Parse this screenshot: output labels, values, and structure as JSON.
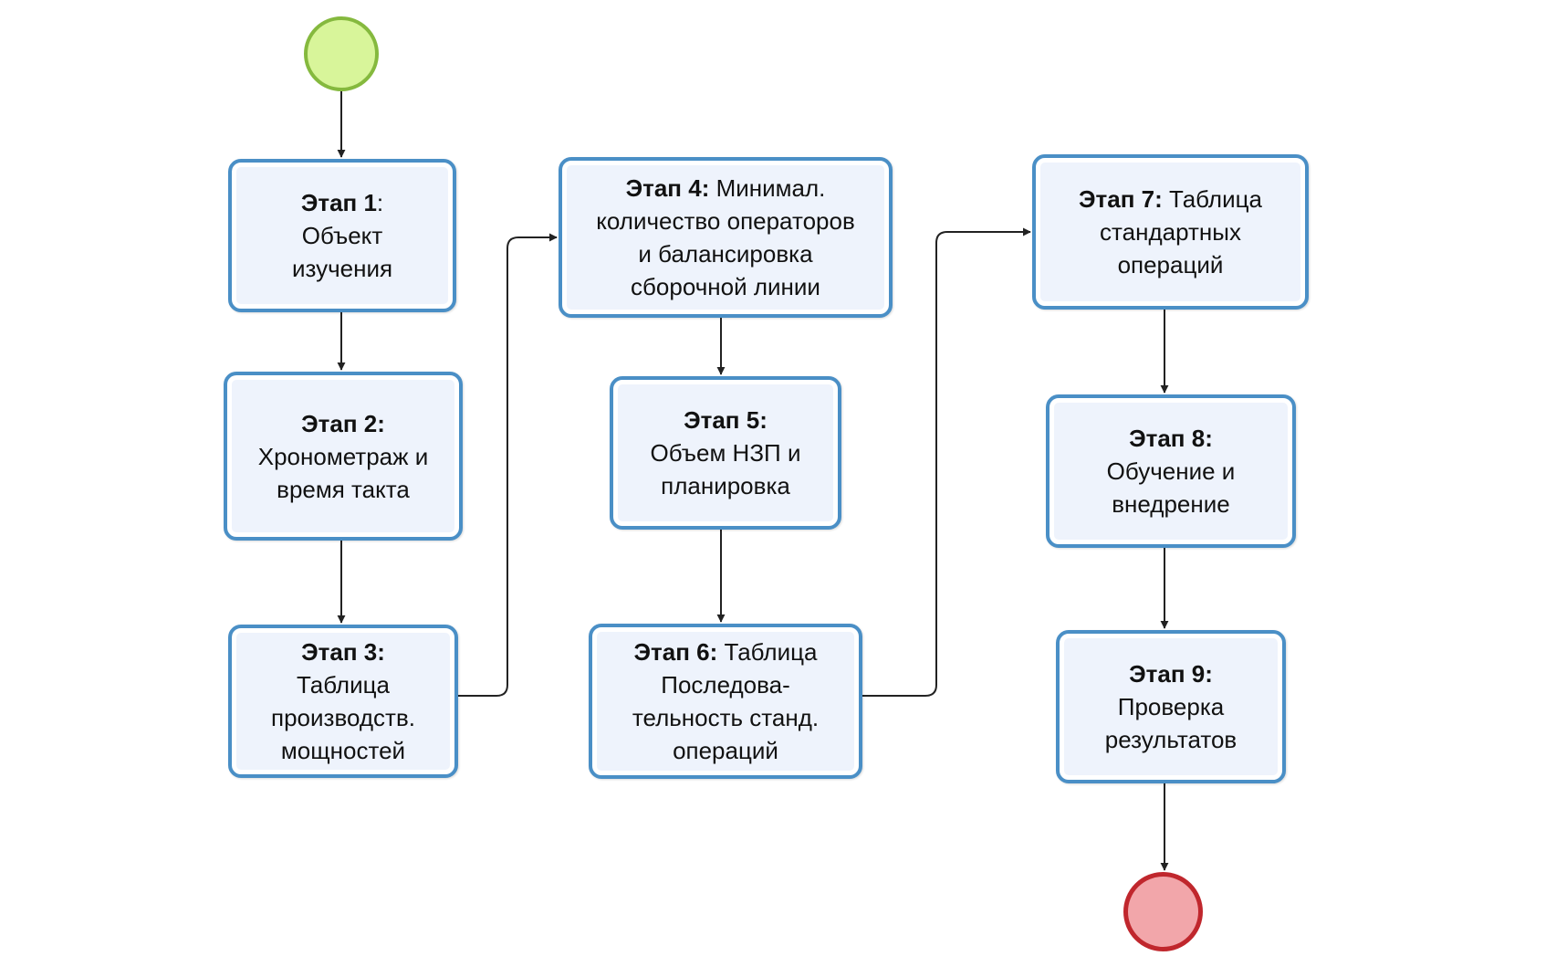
{
  "diagram": {
    "start_event": "",
    "end_event": "",
    "steps": [
      {
        "step": "Этап 1",
        "sep": ":",
        "lines": [
          "Объект",
          "изучения"
        ]
      },
      {
        "step": "Этап 2:",
        "sep": "",
        "lines": [
          "Хронометраж и",
          "время такта"
        ]
      },
      {
        "step": "Этап 3:",
        "sep": "",
        "lines": [
          "Таблица",
          "производств.",
          "мощностей"
        ]
      },
      {
        "step": "Этап 4:",
        "sep": " Минимал.",
        "lines": [
          "количество операторов",
          "и балансировка",
          "сборочной линии"
        ]
      },
      {
        "step": "Этап 5:",
        "sep": "",
        "lines": [
          "Объем НЗП и",
          "планировка"
        ]
      },
      {
        "step": "Этап 6:",
        "sep": " Таблица",
        "lines": [
          "Последова-",
          "тельность станд.",
          "операций"
        ]
      },
      {
        "step": "Этап 7:",
        "sep": " Таблица",
        "lines": [
          "стандартных",
          "операций"
        ]
      },
      {
        "step": "Этап 8:",
        "sep": "",
        "lines": [
          "Обучение и",
          "внедрение"
        ]
      },
      {
        "step": "Этап 9:",
        "sep": "",
        "lines": [
          "Проверка",
          "результатов"
        ]
      }
    ],
    "colors": {
      "node_border": "#4a8fc6",
      "node_fill": "#eef3fc",
      "start_fill": "#d8f59a",
      "start_border": "#85b93e",
      "end_fill": "#f2a6aa",
      "end_border": "#c0272d",
      "connector": "#222222"
    }
  }
}
